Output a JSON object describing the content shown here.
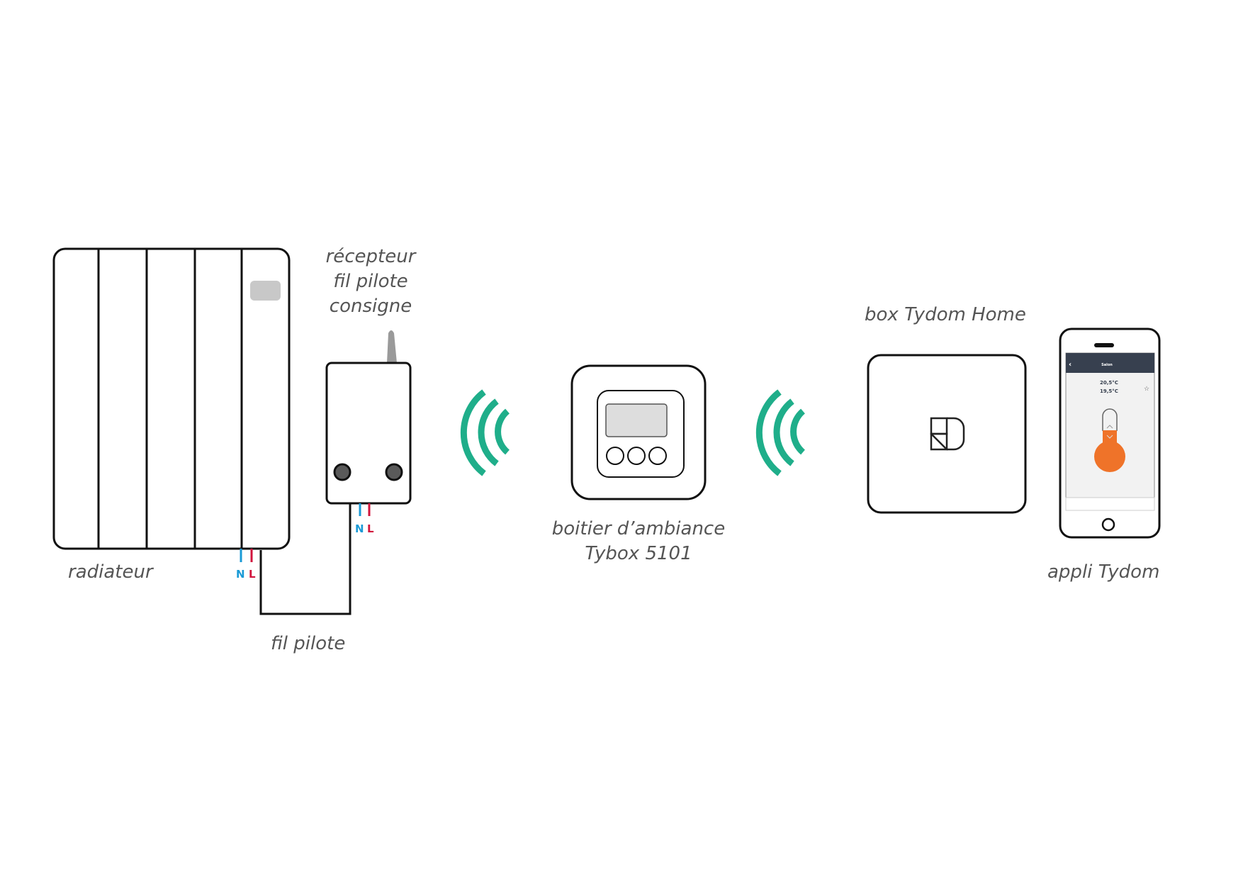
{
  "labels": {
    "radiator": "radiateur",
    "receiver": [
      "récepteur",
      "fil pilote",
      "consigne"
    ],
    "pilot_wire": "fil pilote",
    "thermostat": [
      "boitier d’ambiance",
      "Tybox 5101"
    ],
    "box": "box Tydom Home",
    "app": "appli Tydom"
  },
  "wires": {
    "neutral": "N",
    "live": "L"
  },
  "phone_screen": {
    "back_glyph": "‹",
    "room": "Salon",
    "temperature_current": "20,5°C",
    "temperature_setpoint": "19,5°C",
    "star_glyph": "☆"
  },
  "colors": {
    "outline": "#1a1a1a",
    "wireless": "#1fae8a",
    "neutral_wire": "#1a9ad6",
    "live_wire": "#d1143c",
    "phone_header": "#37404f",
    "thermometer": "#ef7329",
    "label_text": "#555555",
    "grey_fill": "#c8c8c8"
  }
}
